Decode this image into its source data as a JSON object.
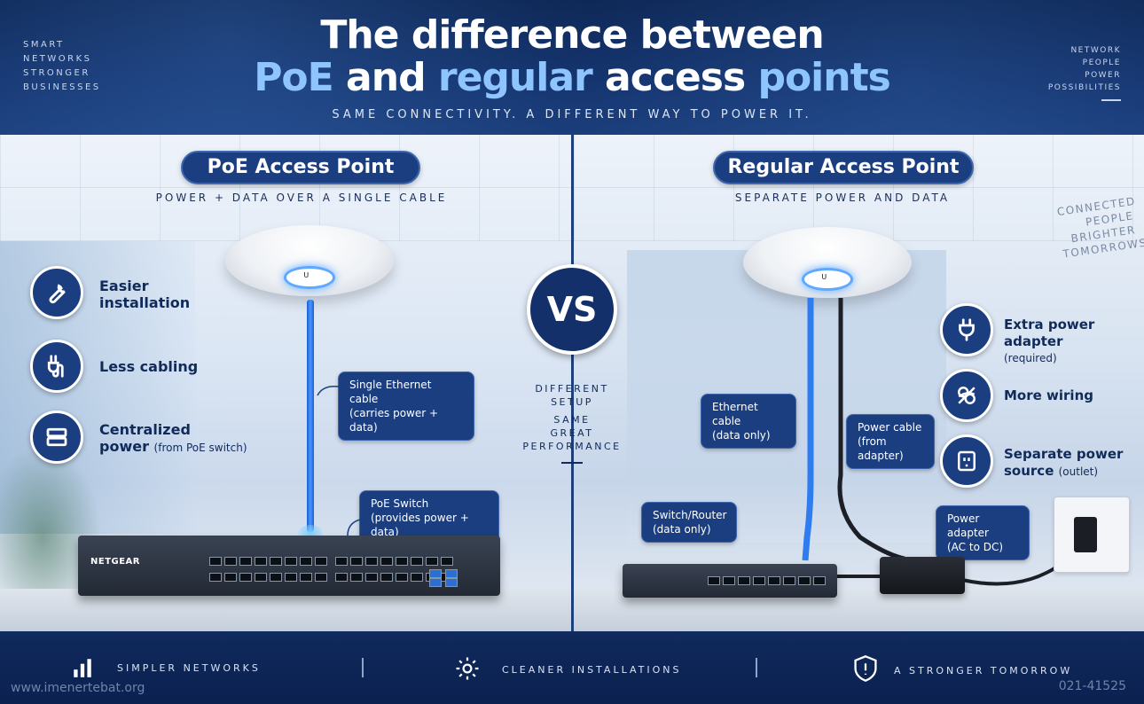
{
  "header": {
    "tagline_left": [
      "SMART",
      "NETWORKS",
      "STRONGER",
      "BUSINESSES"
    ],
    "tagline_right": [
      "NETWORK",
      "PEOPLE",
      "POWER",
      "POSSIBILITIES"
    ],
    "title_line1": "The difference between",
    "title_line2_a": "PoE",
    "title_line2_b": " and ",
    "title_line2_c": "regular",
    "title_line2_d": " access ",
    "title_line2_e": "points",
    "subtitle": "SAME CONNECTIVITY. A DIFFERENT WAY TO POWER IT."
  },
  "left": {
    "heading": "PoE Access Point",
    "subheading": "POWER + DATA OVER A SINGLE CABLE",
    "features": [
      {
        "icon": "wrench-icon",
        "title": "Easier",
        "title2": "installation",
        "note": ""
      },
      {
        "icon": "cable-icon",
        "title": "Less cabling",
        "title2": "",
        "note": ""
      },
      {
        "icon": "server-icon",
        "title": "Centralized",
        "title2": "power",
        "note": "(from PoE switch)"
      }
    ],
    "callout_cable": [
      "Single Ethernet cable",
      "(carries power + data)"
    ],
    "callout_switch": [
      "PoE Switch",
      "(provides power + data)"
    ],
    "switch_brand": "NETGEAR"
  },
  "center": {
    "vs": "VS",
    "lines": [
      "DIFFERENT",
      "SETUP",
      "SAME",
      "GREAT",
      "PERFORMANCE"
    ]
  },
  "right": {
    "heading": "Regular Access Point",
    "subheading": "SEPARATE POWER AND DATA",
    "features": [
      {
        "icon": "plug-icon",
        "title": "Extra power adapter",
        "note": "(required)"
      },
      {
        "icon": "tangle-icon",
        "title": "More wiring",
        "note": ""
      },
      {
        "icon": "outlet-icon",
        "title": "Separate power",
        "title2": "source",
        "note": "(outlet)"
      }
    ],
    "callout_ethernet": [
      "Ethernet cable",
      "(data only)"
    ],
    "callout_power": [
      "Power cable",
      "(from adapter)"
    ],
    "callout_router": [
      "Switch/Router",
      "(data only)"
    ],
    "callout_adapter": [
      "Power adapter",
      "(AC to DC)"
    ],
    "wall_text": [
      "CONNECTED",
      "PEOPLE",
      "BRIGHTER",
      "TOMORROWS"
    ]
  },
  "footer": {
    "items": [
      {
        "icon": "bar-chart-icon",
        "label": "SIMPLER NETWORKS"
      },
      {
        "icon": "gear-icon",
        "label": "CLEANER INSTALLATIONS"
      },
      {
        "icon": "shield-icon",
        "label": "A STRONGER TOMORROW"
      }
    ],
    "watermark_left": "www.imenertebat.org",
    "watermark_right": "021-41525"
  },
  "colors": {
    "navy": "#13306a",
    "accent_blue": "#8ec5ff",
    "cable_blue": "#2d7cf0"
  }
}
